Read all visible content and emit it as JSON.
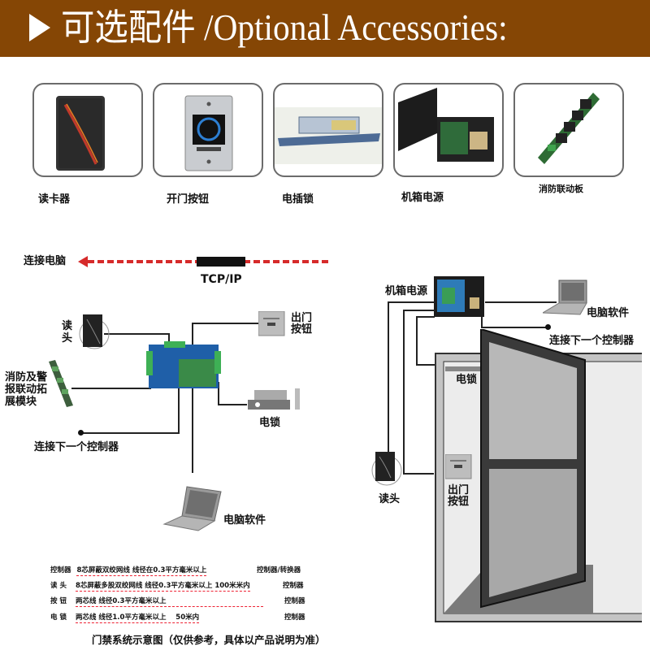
{
  "banner": {
    "title": "可选配件 /Optional Accessories:",
    "background": "#854605"
  },
  "accessories": [
    {
      "icon": "card-reader-icon",
      "label": "读卡器"
    },
    {
      "icon": "exit-button-icon",
      "label": "开门按钮"
    },
    {
      "icon": "electric-bolt-lock-icon",
      "label": "电插锁"
    },
    {
      "icon": "power-box-icon",
      "label": "机箱电源"
    },
    {
      "icon": "fire-linkage-board-icon",
      "label": "消防联动板"
    }
  ],
  "left_diagram": {
    "connect_pc": "连接电脑",
    "protocol": "TCP/IP",
    "reader": "读头",
    "exit_button": "出门按钮",
    "fire_module": "消防及警报联动拓展模块",
    "lock": "电锁",
    "next_controller": "连接下一个控制器",
    "pc_software": "电脑软件",
    "link_color": "#d62a2a"
  },
  "right_diagram": {
    "power_box": "机箱电源",
    "pc_software": "电脑软件",
    "next_controller": "连接下一个控制器",
    "lock": "电锁",
    "reader": "读头",
    "exit_button": "出门按钮"
  },
  "spec_table": {
    "rows": [
      {
        "device": "控制器",
        "cable": "8芯屏蔽双绞网线 线径在0.3平方毫米以上",
        "to": "控制器/转换器"
      },
      {
        "device": "读 头",
        "cable": "8芯屏蔽多股双绞网线 线径0.3平方毫米以上 100米米内",
        "to": "控制器"
      },
      {
        "device": "按 钮",
        "cable": "两芯线 线径0.3平方毫米以上",
        "to": "控制器"
      },
      {
        "device": "电 锁",
        "cable": "两芯线 线径1.0平方毫米以上    50米内",
        "to": "控制器"
      }
    ],
    "caption": "门禁系统示意图（仅供参考，具体以产品说明为准）"
  }
}
